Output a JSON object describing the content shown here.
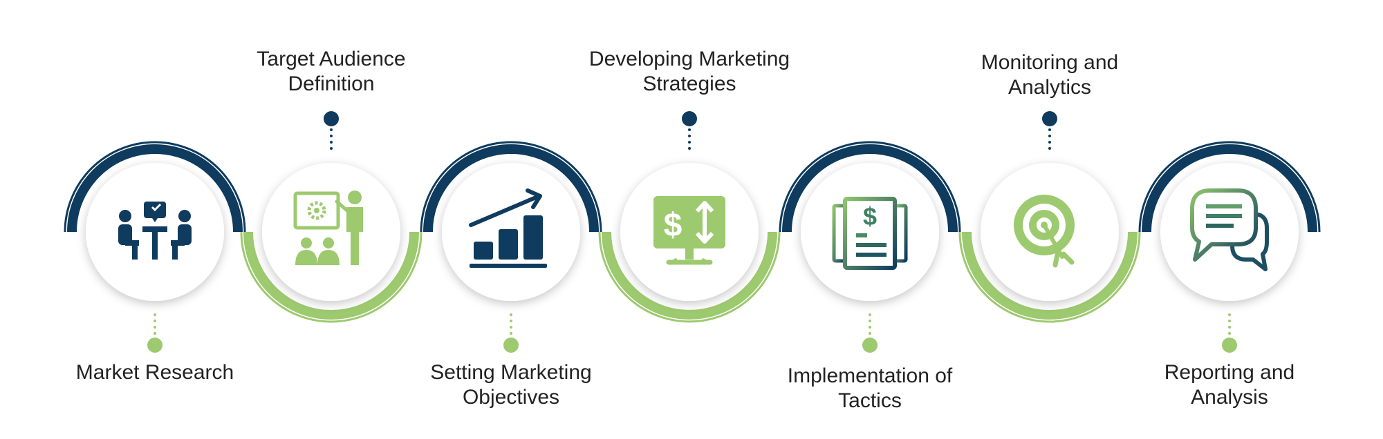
{
  "colors": {
    "navy": "#0e3b5e",
    "green": "#9dc96f",
    "green_dark": "#6a9f5c",
    "circle_fill": "#ffffff",
    "text": "#222222"
  },
  "steps": [
    {
      "label": "Market Research",
      "arc": "navy",
      "label_position": "bottom",
      "icon": "meeting-people-icon"
    },
    {
      "label": "Target Audience Definition",
      "arc": "green",
      "label_position": "top",
      "icon": "presentation-icon"
    },
    {
      "label": "Setting Marketing Objectives",
      "arc": "navy",
      "label_position": "bottom",
      "icon": "growth-chart-icon"
    },
    {
      "label": "Developing Marketing Strategies",
      "arc": "green",
      "label_position": "top",
      "icon": "money-monitor-icon"
    },
    {
      "label": "Implementation of Tactics",
      "arc": "navy",
      "label_position": "bottom",
      "icon": "document-dollar-icon"
    },
    {
      "label": "Monitoring and Analytics",
      "arc": "green",
      "label_position": "top",
      "icon": "target-arrow-icon"
    },
    {
      "label": "Reporting and Analysis",
      "arc": "navy",
      "label_position": "bottom",
      "icon": "chat-bubbles-icon"
    }
  ]
}
